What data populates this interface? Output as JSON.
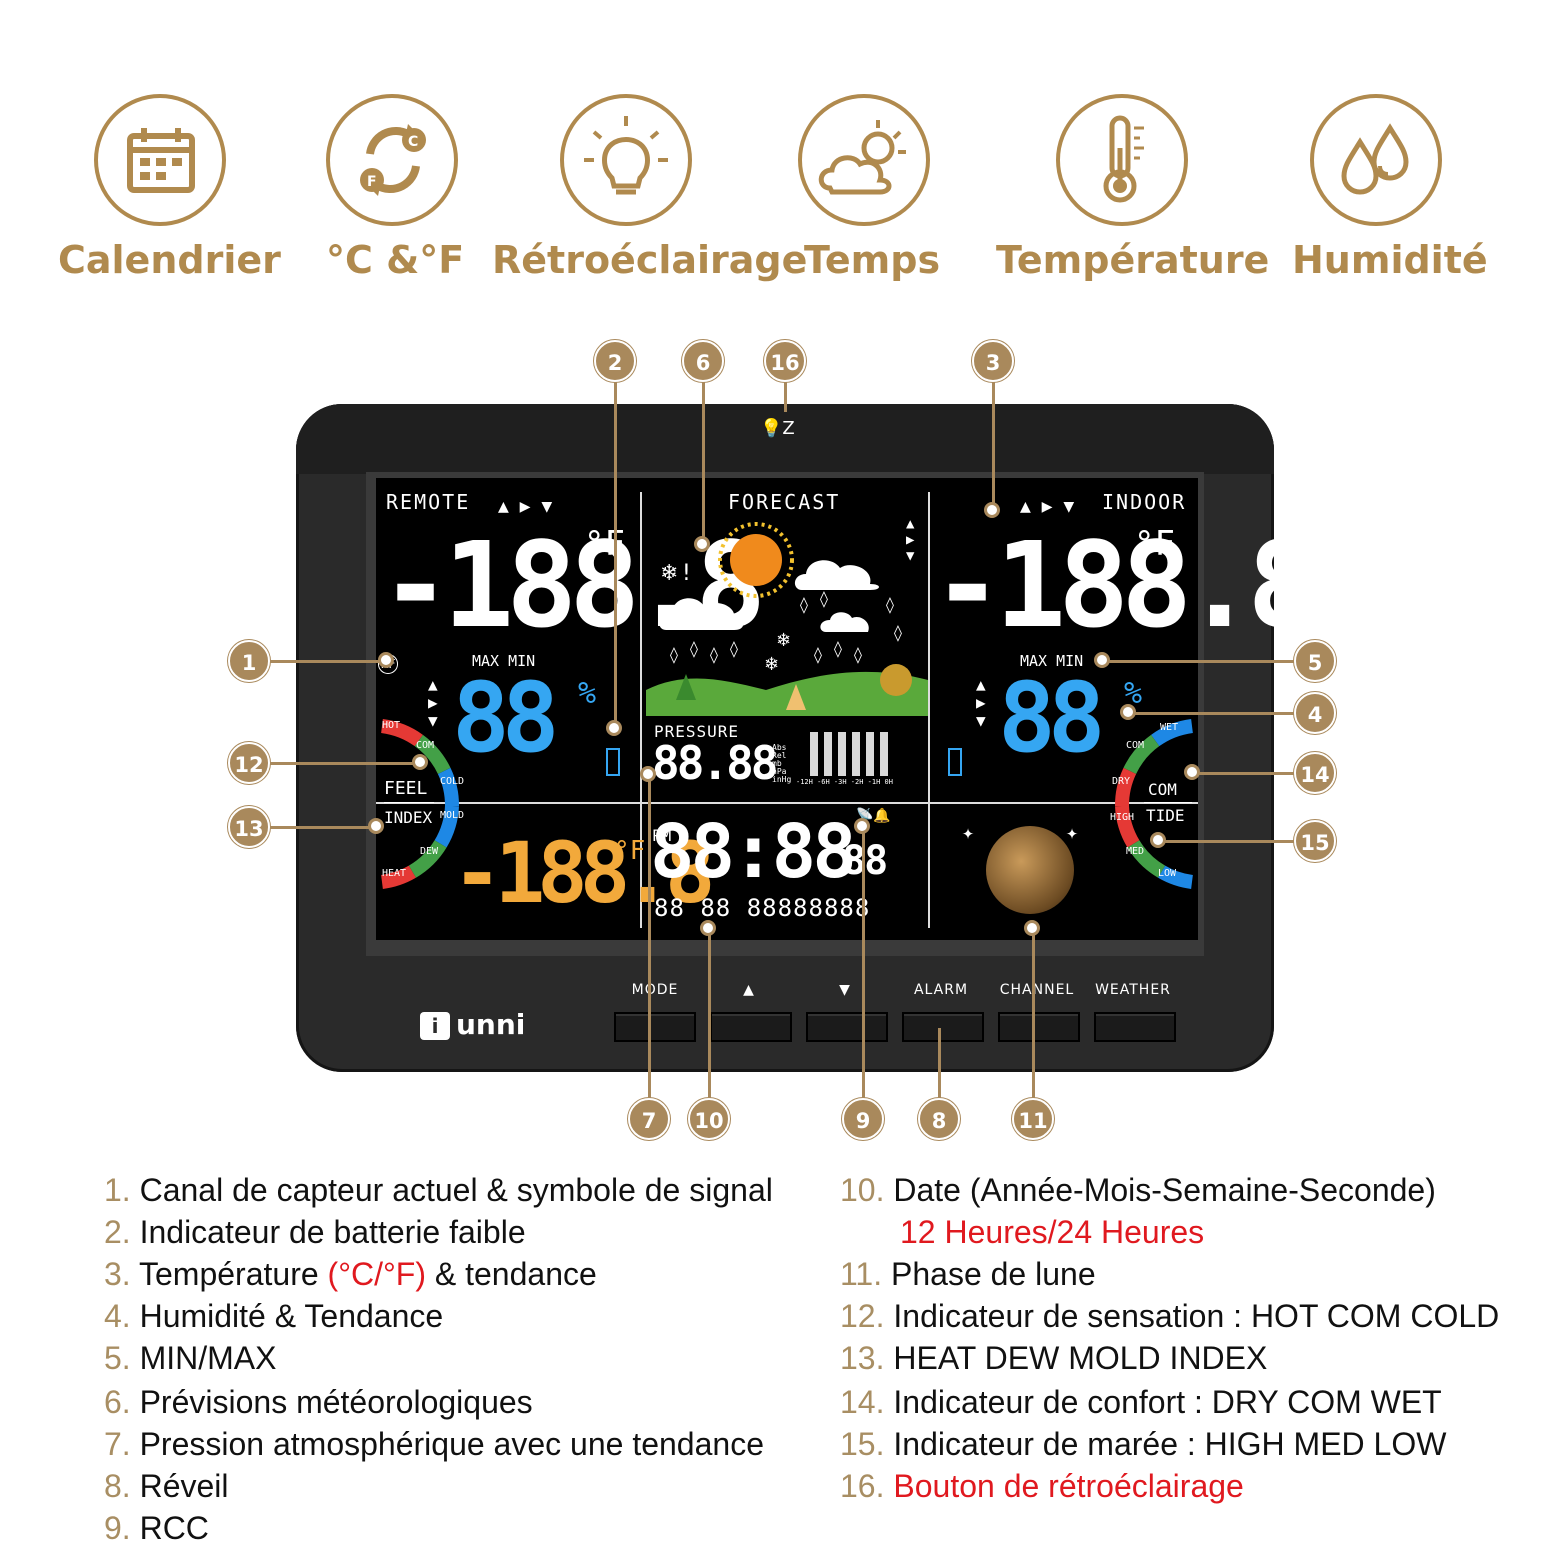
{
  "features": [
    {
      "label": "Calendrier",
      "icon": "calendar-icon"
    },
    {
      "label": "°C &°F",
      "icon": "celsius-fahrenheit-icon"
    },
    {
      "label": "Rétroéclairage",
      "icon": "lightbulb-icon"
    },
    {
      "label": "Temps",
      "icon": "weather-icon"
    },
    {
      "label": "Température",
      "icon": "thermometer-icon"
    },
    {
      "label": "Humidité",
      "icon": "humidity-icon"
    }
  ],
  "device": {
    "brand": "unni",
    "backlight_symbol": "Z",
    "screen": {
      "remote": "REMOTE",
      "forecast": "FORECAST",
      "indoor": "INDOOR",
      "remote_temp": "-188.8",
      "indoor_temp": "-188.8",
      "temp_unit": "°F",
      "maxmin": "MAX MIN",
      "humidity": "88",
      "humidity_unit": "%",
      "rf": "RF",
      "pressure": "PRESSURE",
      "pressure_value": "88.88",
      "pressure_units": [
        "Abs",
        "Rel",
        "mb",
        "hPa",
        "inHg"
      ],
      "pressure_hours": "-12H -6H -3H -2H -1H 0H",
      "feel": "FEEL",
      "index": "INDEX",
      "index_value": "-188.8",
      "pm": "PM",
      "time": "88:88",
      "seconds": "88",
      "date_line": "88 88 88888888",
      "com": "COM",
      "tide": "TIDE",
      "feel_arc": [
        "HOT",
        "COM",
        "COLD"
      ],
      "index_arc": [
        "HEAT",
        "DEW",
        "MOLD"
      ],
      "comfort_arc": [
        "DRY",
        "COM",
        "WET"
      ],
      "tide_arc": [
        "HIGH",
        "MED",
        "LOW"
      ]
    },
    "buttons": [
      "MODE",
      "▲",
      "▼",
      "ALARM",
      "CHANNEL",
      "WEATHER"
    ]
  },
  "callouts": [
    "1",
    "2",
    "3",
    "4",
    "5",
    "6",
    "7",
    "8",
    "9",
    "10",
    "11",
    "12",
    "13",
    "14",
    "15",
    "16"
  ],
  "legend_left": [
    {
      "num": "1.",
      "text": "Canal de capteur actuel & symbole de signal"
    },
    {
      "num": "2.",
      "text": "Indicateur de batterie faible"
    },
    {
      "num": "3.",
      "text_a": "Température ",
      "text_red": "(°C/°F)",
      "text_b": " & tendance"
    },
    {
      "num": "4.",
      "text": "Humidité & Tendance"
    },
    {
      "num": "5.",
      "text": "MIN/MAX"
    },
    {
      "num": "6.",
      "text": "Prévisions météorologiques"
    },
    {
      "num": "7.",
      "text": "Pression atmosphérique avec une tendance"
    },
    {
      "num": "8.",
      "text": "Réveil"
    },
    {
      "num": "9.",
      "text": "RCC"
    }
  ],
  "legend_right": [
    {
      "num": "10.",
      "text": "Date (Année-Mois-Semaine-Seconde)"
    },
    {
      "num": "",
      "text_red": "12 Heures/24 Heures"
    },
    {
      "num": "11.",
      "text": "Phase de lune"
    },
    {
      "num": "12.",
      "text": "Indicateur de sensation : HOT COM COLD"
    },
    {
      "num": "13.",
      "text": "HEAT DEW MOLD INDEX"
    },
    {
      "num": "14.",
      "text": "Indicateur de confort : DRY COM WET"
    },
    {
      "num": "15.",
      "text": "Indicateur de marée : HIGH MED LOW"
    },
    {
      "num": "16.",
      "text_red": "Bouton de rétroéclairage"
    }
  ],
  "colors": {
    "accent": "#b08a4e",
    "callout": "#a9895c",
    "red": "#e0191f",
    "lcd_blue": "#35a6f2",
    "lcd_orange": "#f2a93b"
  }
}
